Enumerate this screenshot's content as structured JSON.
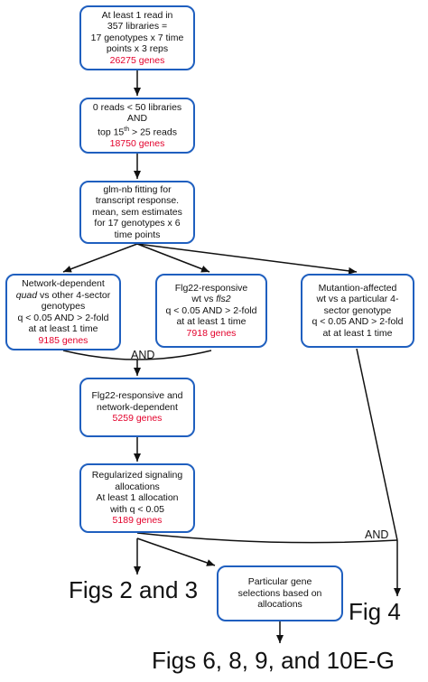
{
  "boxes": {
    "b1": {
      "lines": [
        "At least 1 read  in",
        "357 libraries =",
        "17 genotypes x 7 time",
        "points x 3 reps"
      ],
      "count": "26275 genes"
    },
    "b2": {
      "lines": [
        "0 reads < 50 libraries",
        "AND"
      ],
      "line3_prefix": "top 15",
      "line3_sup": "th",
      "line3_suffix": " > 25 reads",
      "count": "18750 genes"
    },
    "b3": {
      "lines": [
        "glm-nb fitting for",
        "transcript response.",
        "mean, sem estimates",
        "for 17 genotypes x 6",
        "time points"
      ]
    },
    "b4": {
      "l1": "Network-dependent",
      "l2_italic": "quad",
      "l2_rest": " vs other 4-sector",
      "l3": "genotypes",
      "l4": "q < 0.05 AND > 2-fold",
      "l5": "at at least 1 time",
      "count": "9185 genes"
    },
    "b5": {
      "l1": "Flg22-responsive",
      "l2_prefix": "wt vs ",
      "l2_italic": "fls2",
      "l3": "q < 0.05 AND > 2-fold",
      "l4": "at at least 1 time",
      "count": "7918 genes"
    },
    "b6": {
      "lines": [
        "Mutantion-affected",
        "wt vs a particular 4-",
        "sector genotype",
        "q < 0.05 AND > 2-fold",
        "at at least 1 time"
      ]
    },
    "b7": {
      "lines": [
        "Flg22-responsive and",
        "network-dependent"
      ],
      "count": "5259 genes"
    },
    "b8": {
      "lines": [
        "Regularized signaling",
        "allocations",
        "At least 1 allocation",
        "with q < 0.05"
      ],
      "count": "5189 genes"
    },
    "b9": {
      "lines": [
        "Particular gene",
        "selections based on",
        "allocations"
      ]
    }
  },
  "labels": {
    "and_top": "AND",
    "and_bottom": "AND",
    "figs23": "Figs 2 and 3",
    "fig4": "Fig 4",
    "figs6": "Figs 6, 8, 9, and 10E-G"
  },
  "colors": {
    "box_border": "#1f5fbf",
    "count_text": "#e3002b",
    "line": "#111111"
  }
}
